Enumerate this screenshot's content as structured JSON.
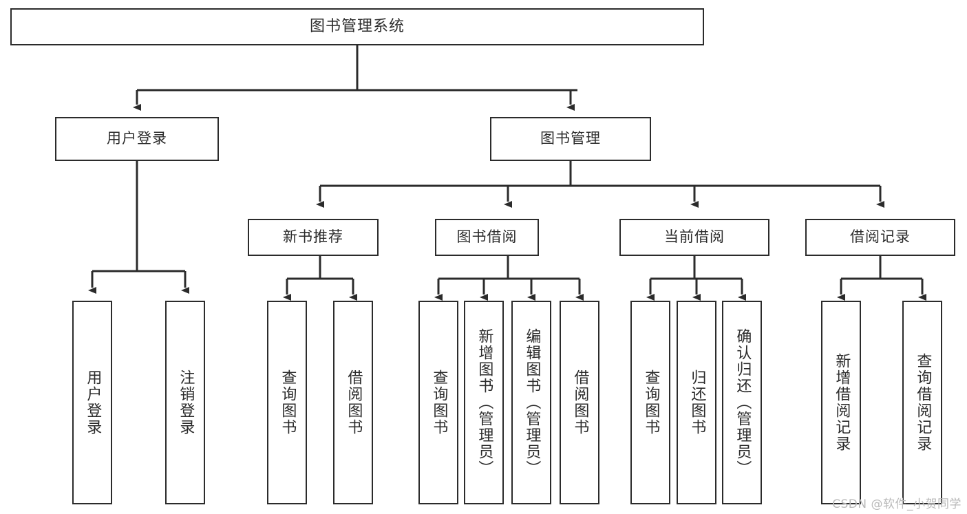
{
  "diagram": {
    "title": "图书管理系统",
    "type": "tree-hierarchy-chart",
    "root": {
      "label": "图书管理系统"
    },
    "level1": [
      {
        "label": "用户登录"
      },
      {
        "label": "图书管理"
      }
    ],
    "level2": [
      {
        "label": "新书推荐"
      },
      {
        "label": "图书借阅"
      },
      {
        "label": "当前借阅"
      },
      {
        "label": "借阅记录"
      }
    ],
    "leaves": {
      "user_login": [
        {
          "label": "用户登录"
        },
        {
          "label": "注销登录"
        }
      ],
      "new_book_recommend": [
        {
          "label": "查询图书"
        },
        {
          "label": "借阅图书"
        }
      ],
      "book_borrow": [
        {
          "label": "查询图书"
        },
        {
          "label": "新增图书（管理员）"
        },
        {
          "label": "编辑图书（管理员）"
        },
        {
          "label": "借阅图书"
        }
      ],
      "current_borrow": [
        {
          "label": "查询图书"
        },
        {
          "label": "归还图书"
        },
        {
          "label": "确认归还（管理员）"
        }
      ],
      "borrow_record": [
        {
          "label": "新增借阅记录"
        },
        {
          "label": "查询借阅记录"
        }
      ]
    }
  },
  "watermark": {
    "text": "CSDN @软件_小贺同学"
  },
  "colors": {
    "stroke": "#2b2b2b",
    "fill": "#ffffff",
    "text": "#2b2b2b",
    "watermark": "#b9b9b9"
  }
}
